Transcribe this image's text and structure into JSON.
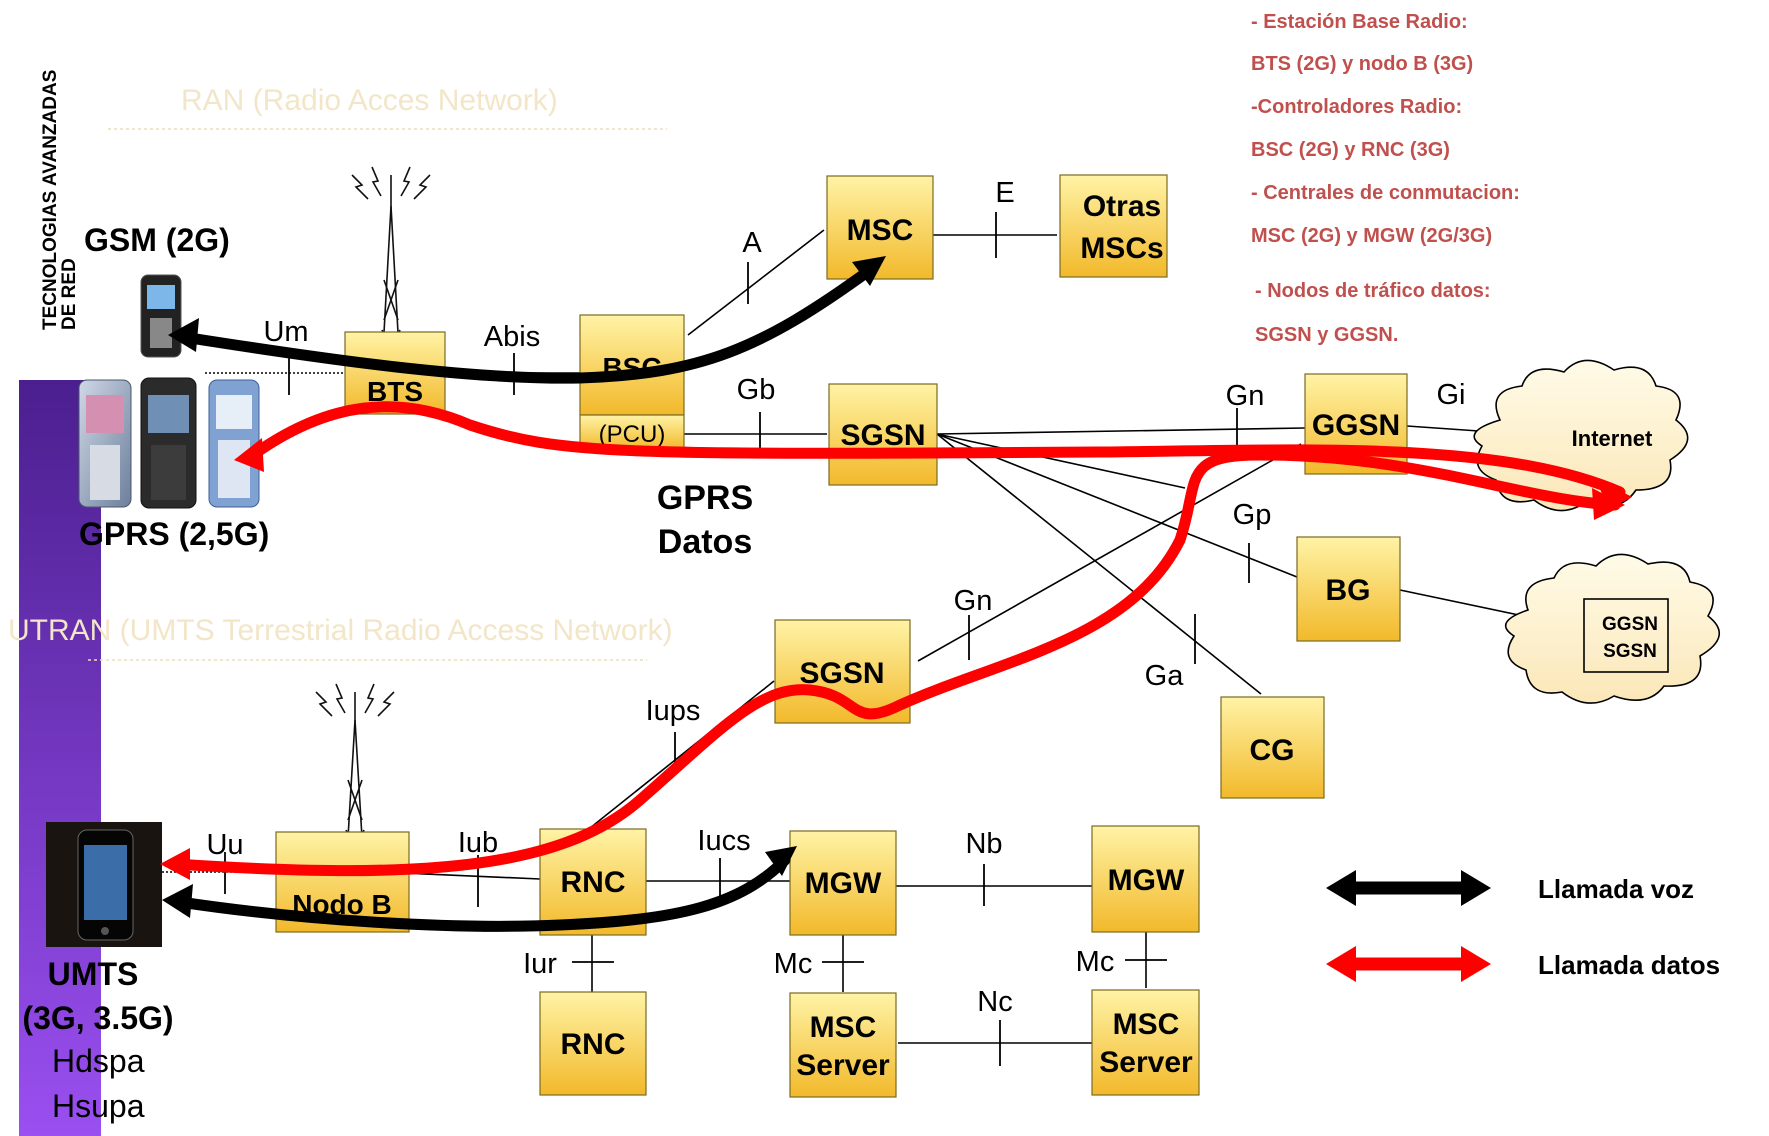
{
  "side_title": {
    "line1": "TECNOLOGIAS AVANZADAS",
    "line2": "DE RED"
  },
  "sections": {
    "ran": "RAN (Radio Acces Network)",
    "utran": "UTRAN (UMTS Terrestrial Radio Access Network)"
  },
  "technologies": {
    "gsm": "GSM (2G)",
    "gprs": "GPRS (2,5G)",
    "umts": "UMTS",
    "umts_gen": "(3G, 3.5G)",
    "hdspa": "Hdspa",
    "hsupa": "Hsupa"
  },
  "gprs_datos": {
    "line1": "GPRS",
    "line2": "Datos"
  },
  "nodes": {
    "bts": "BTS",
    "bsc": "BSC",
    "pcu": "(PCU)",
    "msc": "MSC",
    "otras_mscs": {
      "line1": "Otras",
      "line2": "MSCs"
    },
    "sgsn_2g": "SGSN",
    "ggsn": "GGSN",
    "bg": "BG",
    "cg": "CG",
    "sgsn_3g": "SGSN",
    "nodo_b": "Nodo B",
    "rnc": "RNC",
    "rnc2": "RNC",
    "mgw": "MGW",
    "mgw2": "MGW",
    "msc_server": {
      "line1": "MSC",
      "line2": "Server"
    },
    "msc_server2": {
      "line1": "MSC",
      "line2": "Server"
    }
  },
  "interfaces": {
    "um": "Um",
    "abis": "Abis",
    "a": "A",
    "e": "E",
    "gb": "Gb",
    "gn_top": "Gn",
    "gi": "Gi",
    "gp": "Gp",
    "gn_mid": "Gn",
    "ga": "Ga",
    "iups": "Iups",
    "uu": "Uu",
    "iub": "Iub",
    "iucs": "Iucs",
    "nb": "Nb",
    "iur": "Iur",
    "mc1": "Mc",
    "mc2": "Mc",
    "nc": "Nc"
  },
  "clouds": {
    "internet": "Internet",
    "other_net": {
      "line1": "GGSN",
      "line2": "SGSN"
    }
  },
  "notes": [
    "- Estación Base Radio:",
    "BTS (2G) y nodo B (3G)",
    "-Controladores Radio:",
    "BSC (2G) y RNC (3G)",
    "- Centrales de conmutacion:",
    "MSC (2G) y MGW (2G/3G)",
    "- Nodos de tráfico datos:",
    "SGSN y GGSN."
  ],
  "legend": {
    "voice": {
      "label": "Llamada voz",
      "color": "#000000"
    },
    "data": {
      "label": "Llamada datos",
      "color": "#ff0000"
    }
  },
  "colors": {
    "node_fill_top": "#fff3a6",
    "node_fill_bottom": "#f2b92b",
    "sidebar_top": "#4b1f8f",
    "sidebar_bottom": "#9a4ff0",
    "note_red": "#c0504d"
  }
}
